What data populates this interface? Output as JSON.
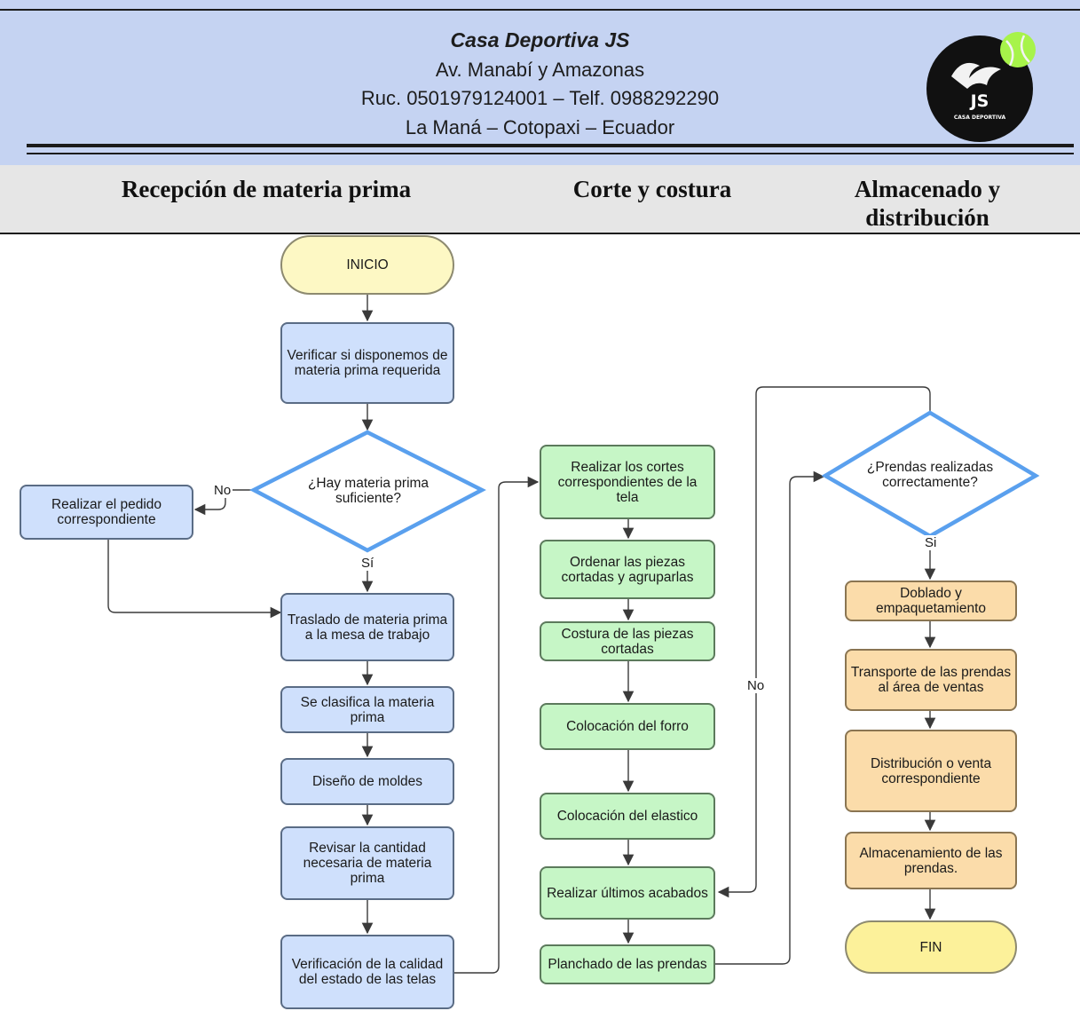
{
  "header": {
    "company": "Casa Deportiva JS",
    "address": "Av. Manabí y Amazonas",
    "ruc": "Ruc. 0501979124001 – Telf. 0988292290",
    "city": "La Maná – Cotopaxi – Ecuador",
    "logo_text": "JS",
    "logo_subtext": "CASA DEPORTIVA"
  },
  "lanes": {
    "reception": "Recepción de materia prima",
    "cutting": "Corte y costura",
    "storage": "Almacenado y distribución"
  },
  "nodes": {
    "inicio": "INICIO",
    "verificar": "Verificar si disponemos de materia prima requerida",
    "hay_materia": "¿Hay materia prima suficiente?",
    "pedido": "Realizar el pedido correspondiente",
    "traslado": "Traslado de materia prima a la mesa de trabajo",
    "clasifica": "Se clasifica la materia prima",
    "diseno": "Diseño de moldes",
    "revisar": "Revisar la cantidad necesaria de materia prima",
    "verif_calidad": "Verificación de la calidad del estado de las telas",
    "cortes": "Realizar los cortes correspondientes de la tela",
    "ordenar": "Ordenar las piezas cortadas y agruparlas",
    "costura": "Costura de las piezas cortadas",
    "forro": "Colocación del forro",
    "elastico": "Colocación del elastico",
    "acabados": "Realizar últimos acabados",
    "planchado": "Planchado de las prendas",
    "prendas_ok": "¿Prendas realizadas correctamente?",
    "doblado": "Doblado y empaquetamiento",
    "transporte": "Transporte de las prendas al área de ventas",
    "distribucion": "Distribución o venta correspondiente",
    "almacenamiento": "Almacenamiento de las prendas.",
    "fin": "FIN"
  },
  "edge_labels": {
    "no_1": "No",
    "si_1": "Sí",
    "no_2": "No",
    "si_2": "Si"
  },
  "colors": {
    "blue": "#cfe0fc",
    "green": "#c6f6c6",
    "orange": "#fbdcaa",
    "terminal": "#fdf8c4",
    "decision_border": "#5aa0ee",
    "header": "#c5d3f2"
  }
}
